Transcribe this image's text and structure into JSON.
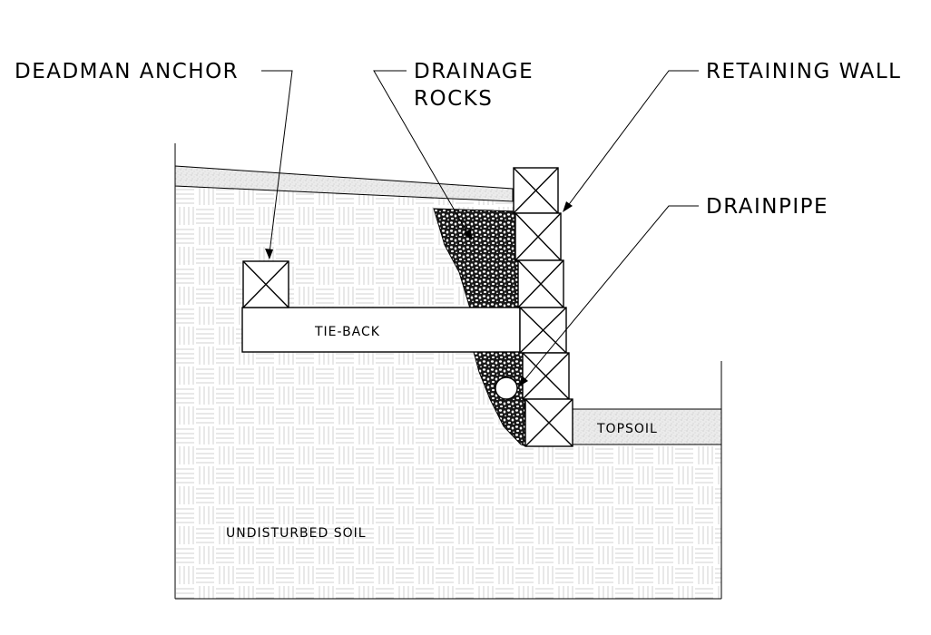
{
  "labels": {
    "deadman_anchor": "DEADMAN ANCHOR",
    "drainage_rocks_line1": "DRAINAGE",
    "drainage_rocks_line2": "ROCKS",
    "retaining_wall": "RETAINING WALL",
    "drainpipe": "DRAINPIPE",
    "tie_back": "TIE-BACK",
    "topsoil": "TOPSOIL",
    "undisturbed_soil": "UNDISTURBED SOIL"
  },
  "colors": {
    "line": "#000000",
    "soil_pattern": "#d0d0d0",
    "topsoil_fill": "#e6e6e6",
    "background": "#ffffff"
  },
  "wall_block_count": 6
}
